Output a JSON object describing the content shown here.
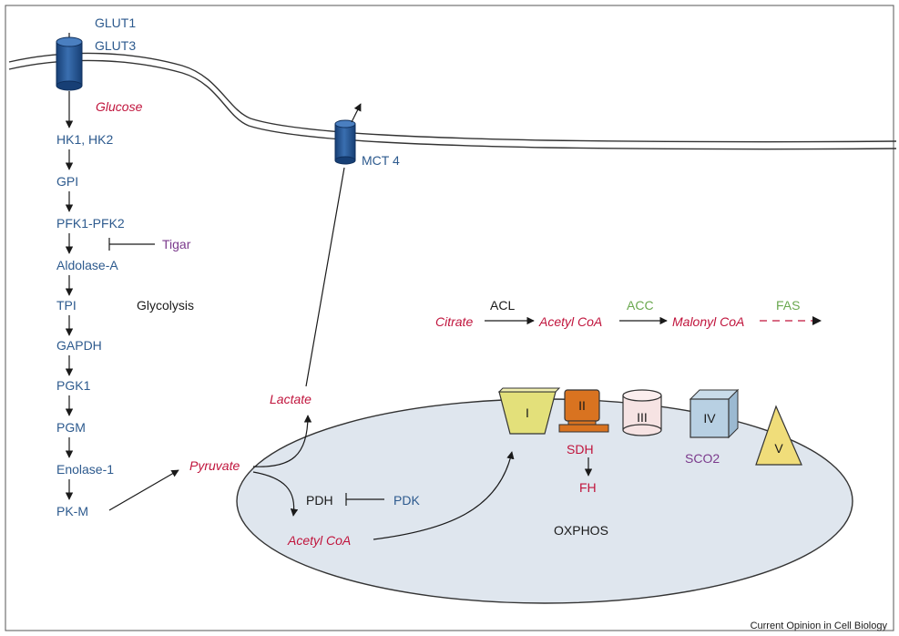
{
  "transporters": {
    "glut1": "GLUT1",
    "glut3": "GLUT3",
    "mct4": "MCT 4"
  },
  "metabolites": {
    "glucose": "Glucose",
    "pyruvate": "Pyruvate",
    "lactate": "Lactate",
    "acetyl_coa_mito": "Acetyl CoA",
    "citrate": "Citrate",
    "acetyl_coa_cyto": "Acetyl CoA",
    "malonyl_coa": "Malonyl CoA"
  },
  "glycolysis": {
    "label": "Glycolysis",
    "enzymes": [
      "HK1, HK2",
      "GPI",
      "PFK1-PFK2",
      "Aldolase-A",
      "TPI",
      "GAPDH",
      "PGK1",
      "PGM",
      "Enolase-1",
      "PK-M"
    ],
    "inhibitor": "Tigar"
  },
  "lipogenesis": {
    "acl": "ACL",
    "acc": "ACC",
    "fas": "FAS"
  },
  "mitochondria": {
    "pdh": "PDH",
    "pdk": "PDK",
    "oxphos": "OXPHOS",
    "complexes": [
      "I",
      "II",
      "III",
      "IV",
      "V"
    ],
    "sdh": "SDH",
    "fh": "FH",
    "sco2": "SCO2"
  },
  "colors": {
    "enzyme_blue": "#2d5a8e",
    "metabolite_red": "#c0143c",
    "regulator_purple": "#7b3a8c",
    "lipid_green": "#6aa84f",
    "mito_fill": "#dfe6ee",
    "transporter": "#1f4e8c"
  },
  "credit": "Current Opinion in Cell Biology"
}
